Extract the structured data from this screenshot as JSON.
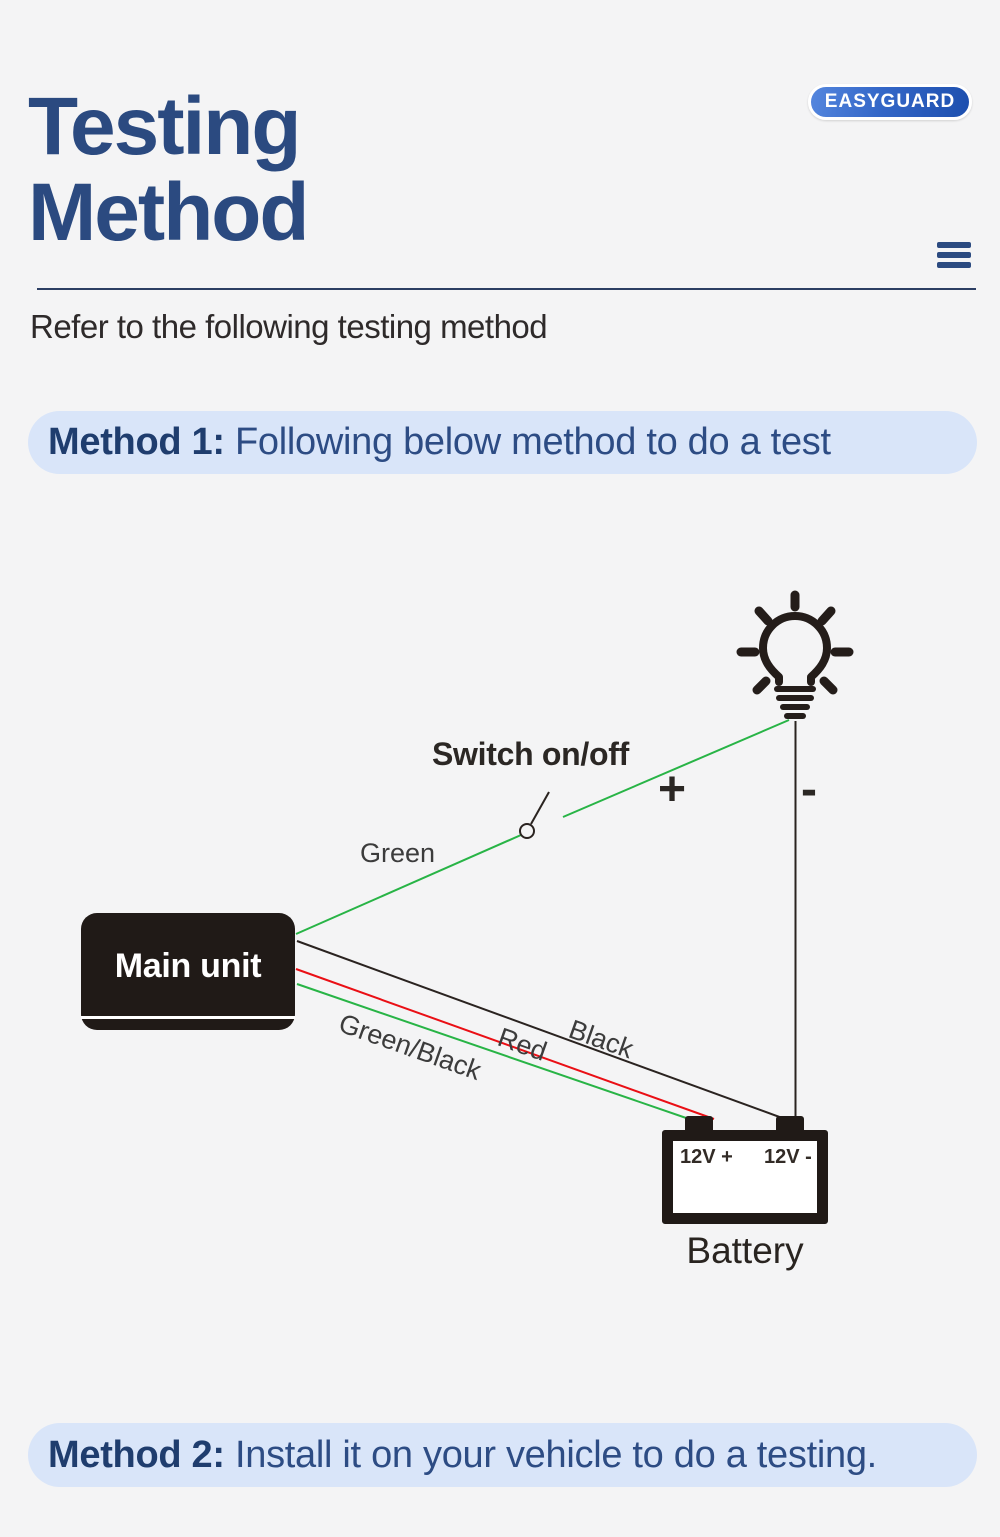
{
  "brand": {
    "badge": "EASYGUARD"
  },
  "header": {
    "title_line1": "Testing",
    "title_line2": "Method",
    "subtitle": "Refer to the following testing method"
  },
  "method1": {
    "label": "Method 1:",
    "text": " Following below method to do a test"
  },
  "method2": {
    "label": "Method 2:",
    "text": " Install it on your vehicle to do a testing."
  },
  "diagram": {
    "switch_label": "Switch on/off",
    "plus": "+",
    "minus": "-",
    "wire_green_label": "Green",
    "main_unit_label": "Main unit",
    "wire_green_black_label": "Green/Black",
    "wire_red_label": "Red",
    "wire_black_label": "Black",
    "battery_positive": "12V +",
    "battery_negative": "12V -",
    "battery_label": "Battery"
  },
  "colors": {
    "background": "#f4f4f5",
    "navy_title": "#2b4a80",
    "banner_bg": "#d9e5f9",
    "banner_text": "#2d4c84",
    "wire_green": "#28b446",
    "wire_red": "#ea0f15",
    "wire_black": "#2a2320",
    "block_black": "#201a17",
    "badge_blue_light": "#5486de",
    "badge_blue_dark": "#1d4fae"
  }
}
